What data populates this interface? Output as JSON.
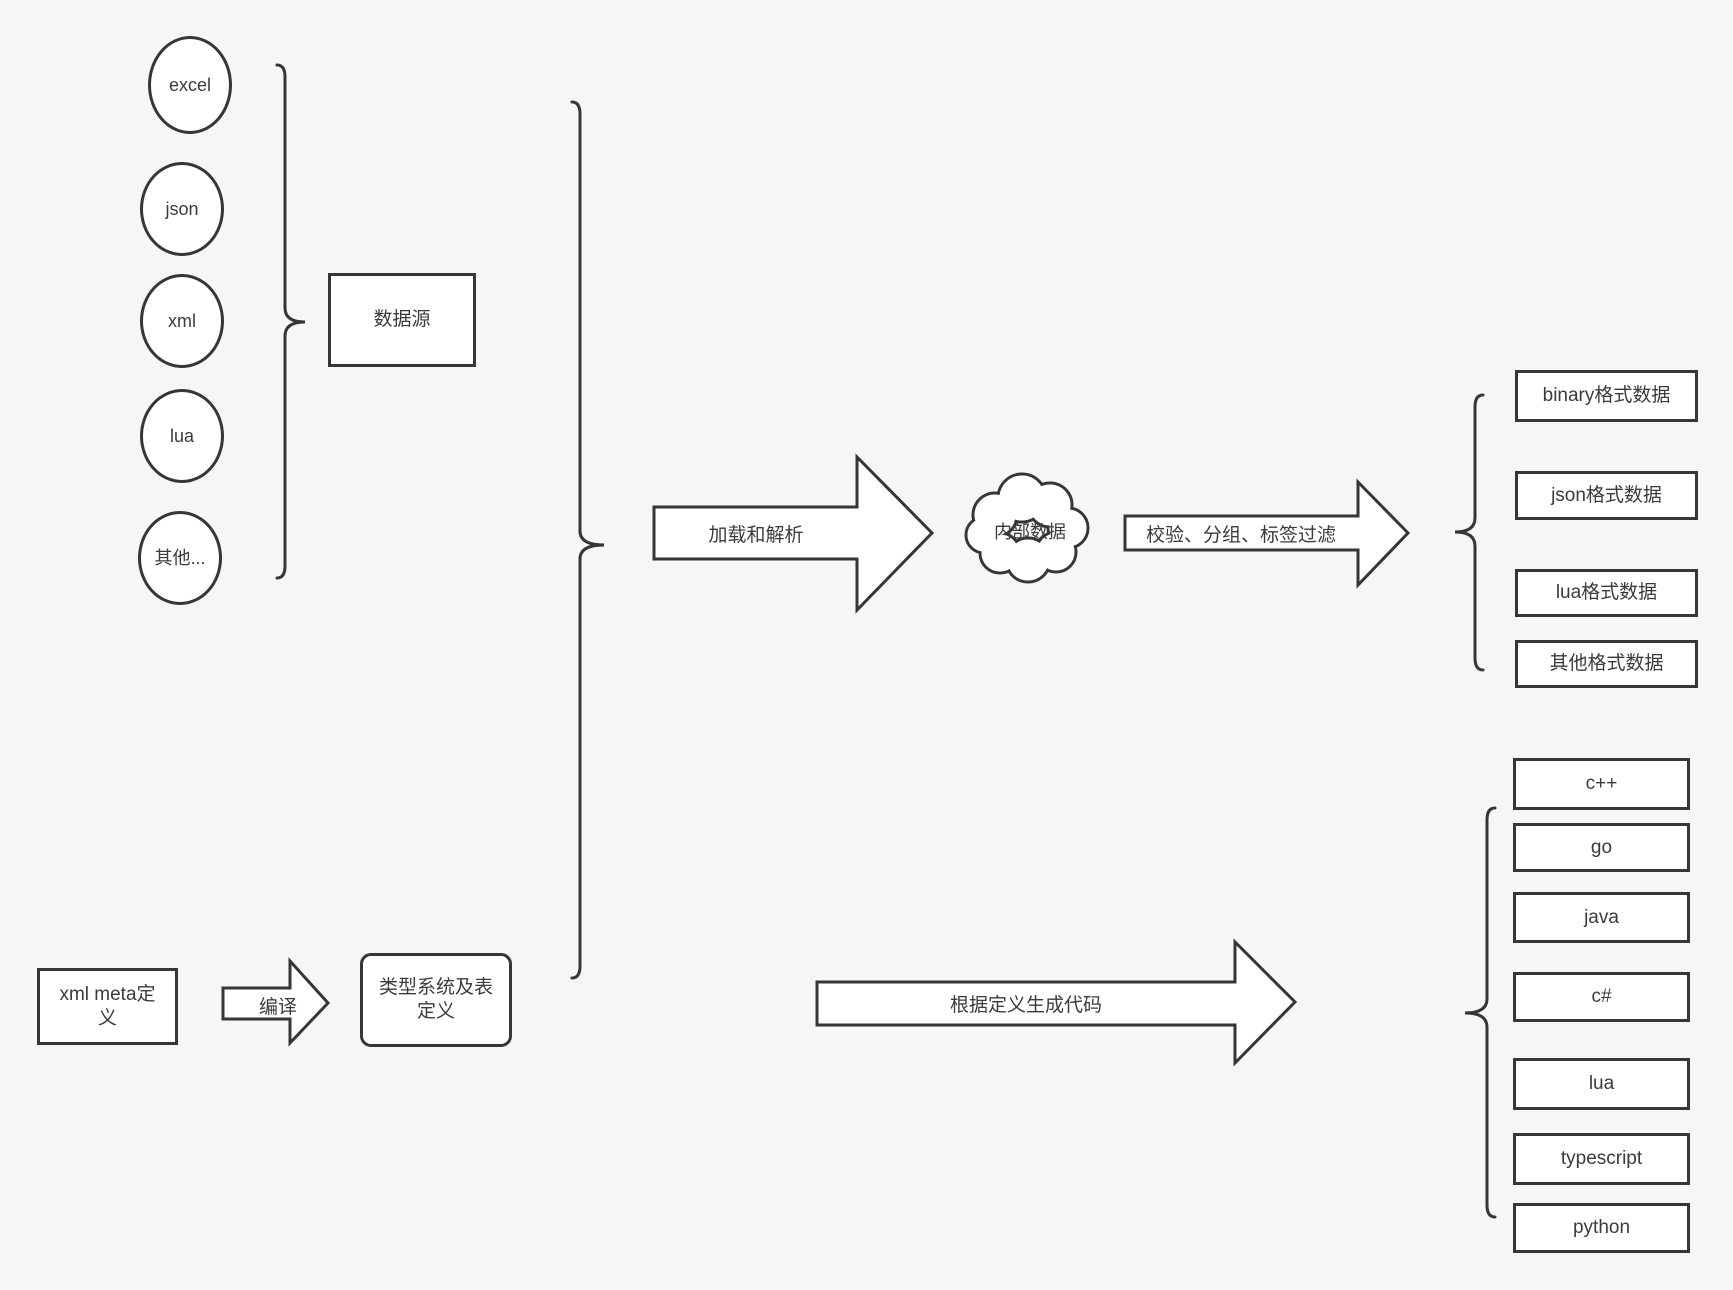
{
  "diagram": {
    "background": "#f6f6f6",
    "stroke_color": "#363636",
    "fill_color": "#ffffff",
    "text_color": "#3b3b3b"
  },
  "sources": {
    "items": [
      "excel",
      "json",
      "xml",
      "lua",
      "其他..."
    ],
    "group_label": "数据源"
  },
  "pipeline": {
    "load_arrow_label": "加载和解析",
    "cloud_label": "内部数据",
    "filter_arrow_label": "校验、分组、标签过滤"
  },
  "outputs": {
    "items": [
      "binary格式数据",
      "json格式数据",
      "lua格式数据",
      "其他格式数据"
    ]
  },
  "meta": {
    "xml_meta_label": "xml meta定义",
    "compile_arrow_label": "编译",
    "type_system_label": "类型系统及表定义",
    "codegen_arrow_label": "根据定义生成代码"
  },
  "languages": {
    "items": [
      "c++",
      "go",
      "java",
      "c#",
      "lua",
      "typescript",
      "python"
    ]
  }
}
